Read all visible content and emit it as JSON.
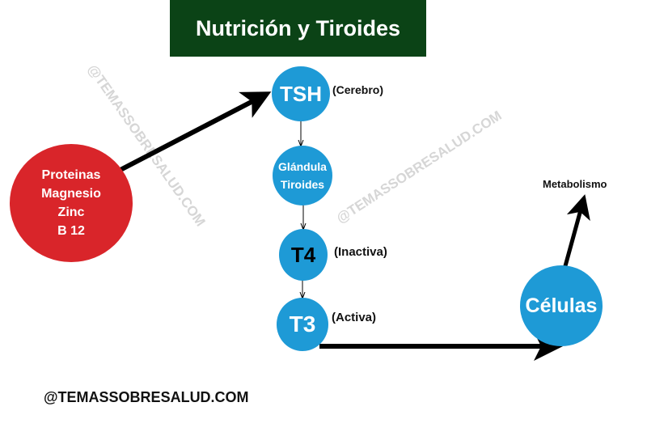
{
  "title": "Nutrición y Tiroides",
  "nutrients": [
    "Proteinas",
    "Magnesio",
    "Zinc",
    "B 12"
  ],
  "nodes": {
    "tsh": {
      "label": "TSH",
      "note": "(Cerebro)"
    },
    "gland": {
      "line1": "Glándula",
      "line2": "Tiroides"
    },
    "t4": {
      "label": "T4",
      "note": "(Inactiva)"
    },
    "t3": {
      "label": "T3",
      "note": "(Activa)"
    },
    "cells": {
      "label": "Células"
    },
    "metabolism": {
      "label": "Metabolismo"
    }
  },
  "watermark": "@TEMASSOBRESALUD.COM",
  "footer": "@TEMASSOBRESALUD.COM",
  "colors": {
    "title_bg": "#0b4316",
    "node_blue": "#1e9ad6",
    "nutrient_red": "#d9252a"
  }
}
